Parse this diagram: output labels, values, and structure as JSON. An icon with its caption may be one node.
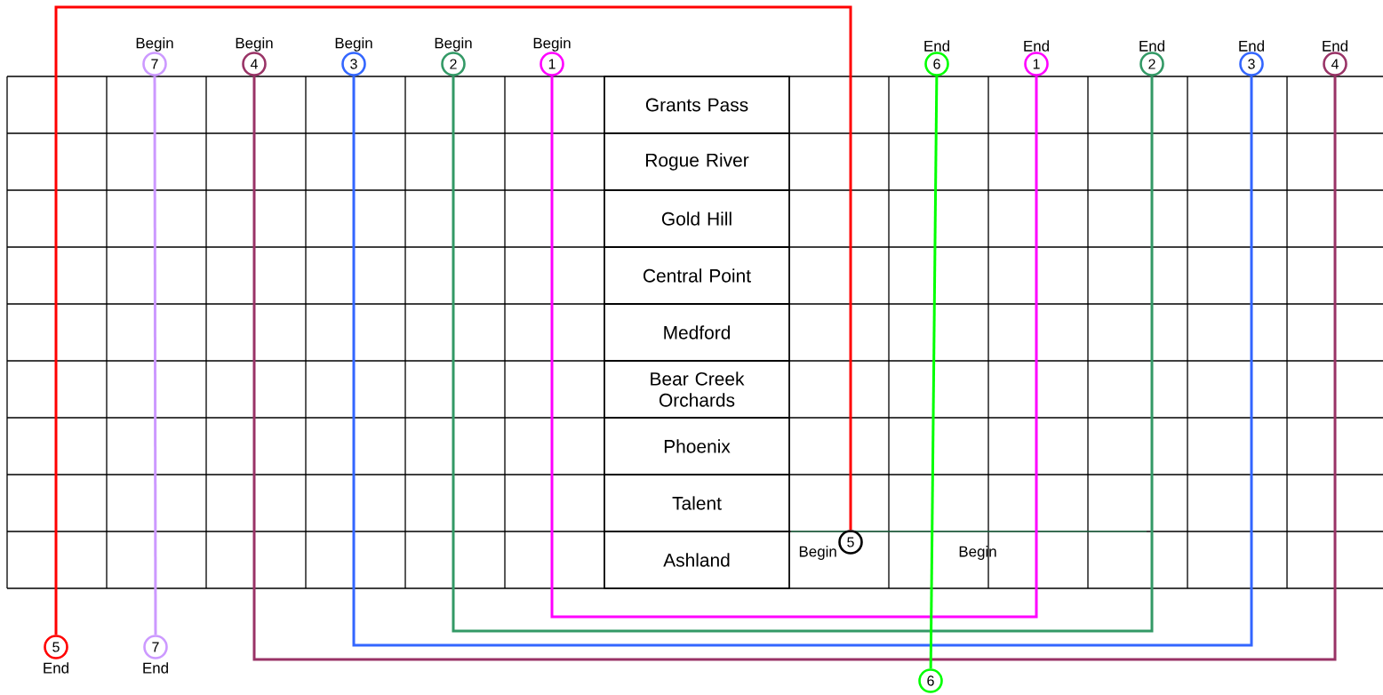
{
  "diagram": {
    "nodes": [
      {
        "text": [
          "7"
        ],
        "beside": [
          "Begin"
        ]
      },
      {
        "text": [
          "4"
        ],
        "beside": [
          "Begin"
        ]
      },
      {
        "text": [
          "3"
        ],
        "beside": [
          "Begin"
        ]
      },
      {
        "text": [
          "2"
        ],
        "beside": [
          "Begin"
        ]
      },
      {
        "text": [
          "1"
        ],
        "beside": [
          "Begin"
        ]
      },
      {
        "text": [
          "6"
        ],
        "beside": [
          "End"
        ]
      },
      {
        "text": [
          "1"
        ],
        "beside": [
          "End"
        ]
      },
      {
        "text": [
          "2"
        ],
        "beside": [
          "End"
        ]
      },
      {
        "text": [
          "3"
        ],
        "beside": [
          "End"
        ]
      },
      {
        "text": [
          "4"
        ],
        "beside": [
          "End"
        ]
      },
      {
        "text": [
          "Grants Pass"
        ]
      },
      {
        "text": [
          "Rogue River"
        ]
      },
      {
        "text": [
          "Gold Hill"
        ]
      },
      {
        "text": [
          "Central Point"
        ]
      },
      {
        "text": [
          "Medford"
        ]
      },
      {
        "text": [
          "Bear Creek Orchards"
        ]
      },
      {
        "text": [
          "Phoenix"
        ]
      },
      {
        "text": [
          "Talent"
        ]
      },
      {
        "text": [
          "Ashland"
        ]
      },
      {
        "text": [
          "5"
        ],
        "beside": [
          "Begin"
        ]
      },
      {
        "text": [
          "5"
        ],
        "beside": [
          "End"
        ]
      },
      {
        "text": [
          "7"
        ],
        "beside": [
          "End"
        ]
      },
      {
        "text": [
          "6"
        ]
      }
    ],
    "edges": [
      {
        "from": 0,
        "to": 21,
        "arrow": "none",
        "color": "#cc99ff"
      },
      {
        "from": 1,
        "to": 9,
        "arrow": "none",
        "color": "#993366"
      },
      {
        "from": 2,
        "to": 8,
        "arrow": "none",
        "color": "#3366ff"
      },
      {
        "from": 3,
        "to": 7,
        "arrow": "none",
        "color": "#339966"
      },
      {
        "from": 4,
        "to": 6,
        "arrow": "none",
        "color": "#ff00ff"
      },
      {
        "from": 19,
        "to": 20,
        "arrow": "none",
        "color": "#ff0000"
      },
      {
        "from": 22,
        "to": 5,
        "arrow": "none",
        "color": "#00ff00"
      }
    ],
    "labels": [
      "Begin"
    ]
  }
}
